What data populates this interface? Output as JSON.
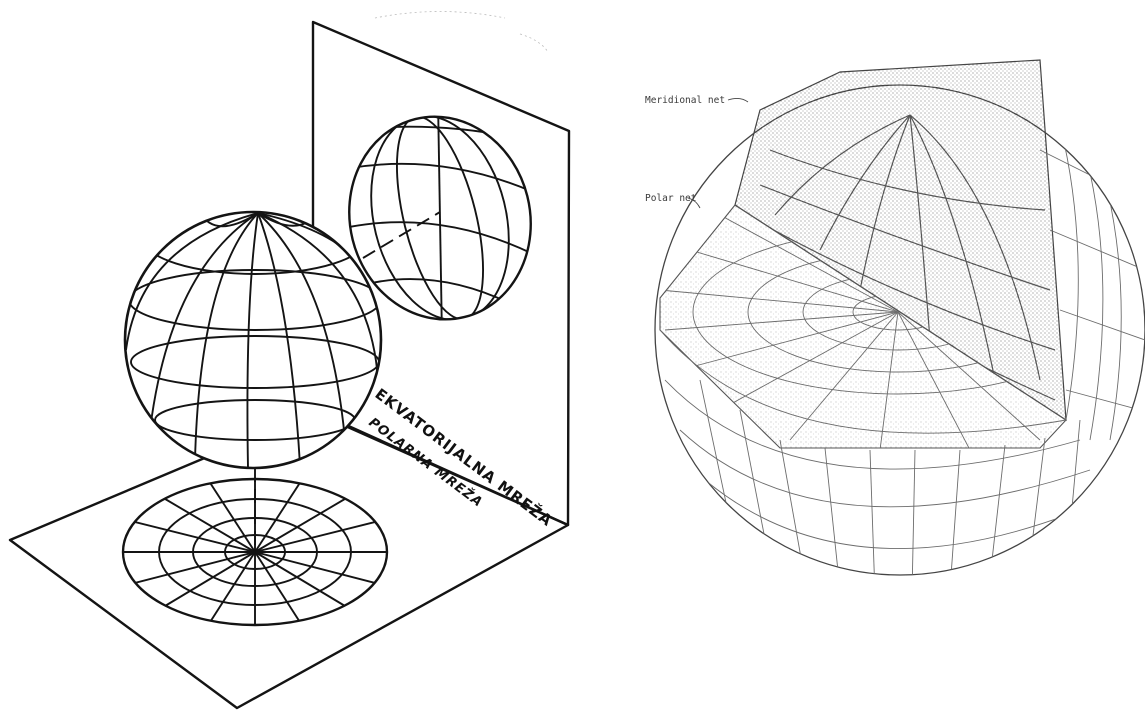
{
  "left_figure": {
    "equatorial_label": "EKVATORIJALNA MREŽA",
    "polar_label": "POLARNA MREŽA"
  },
  "right_figure": {
    "meridional_label": "Meridional net",
    "polar_label": "Polar net"
  },
  "colors": {
    "ink": "#141414",
    "pen": "#6c6c6c",
    "background": "#ffffff"
  }
}
